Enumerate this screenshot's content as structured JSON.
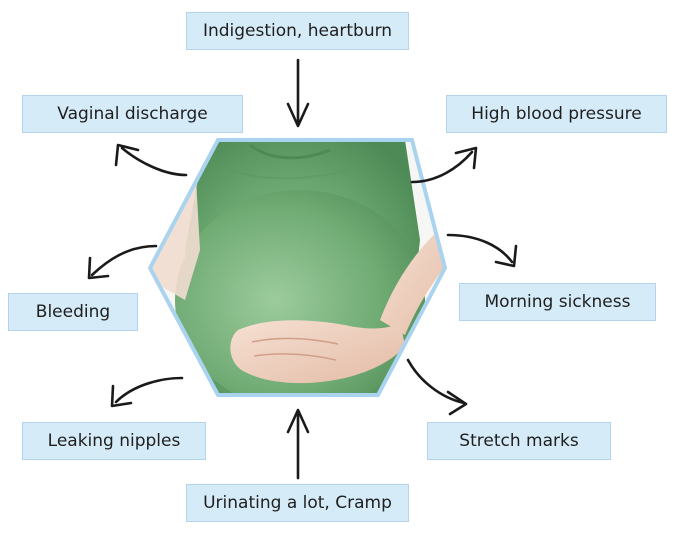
{
  "diagram": {
    "center_image": "pregnant-belly-photo",
    "labels": {
      "indigestion": "Indigestion, heartburn",
      "vaginal": "Vaginal discharge",
      "blood_pressure": "High blood pressure",
      "bleeding": "Bleeding",
      "morning_sickness": "Morning sickness",
      "leaking": "Leaking nipples",
      "stretch_marks": "Stretch marks",
      "urinating": "Urinating a lot, Cramp"
    },
    "colors": {
      "label_fill": "#d6ebf8",
      "label_border": "#b3d4ec",
      "hexagon_border": "#a9d3ee",
      "shirt": "#6aa66f",
      "arrow": "#1a1a1a"
    }
  }
}
